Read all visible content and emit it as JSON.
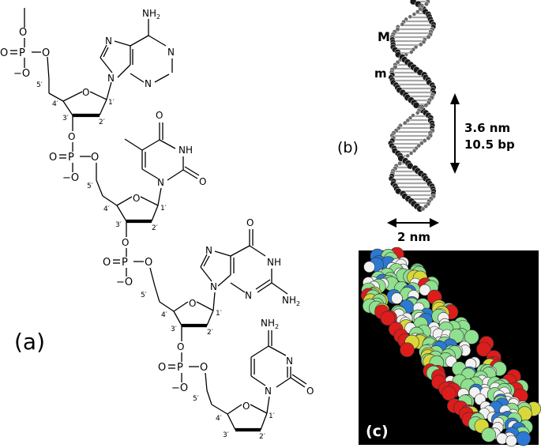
{
  "panels": {
    "a": "(a)",
    "b": "(b)",
    "c": "(c)"
  },
  "helix": {
    "major_groove": "M",
    "minor_groove": "m",
    "pitch_nm": "3.6 nm",
    "pitch_bp": "10.5 bp",
    "diameter": "2 nm"
  },
  "atoms": {
    "O": "O",
    "P": "P",
    "N": "N",
    "NH": "NH",
    "NH2": "NH",
    "sub2": "2",
    "minus": "−"
  },
  "primes": {
    "p1": "1′",
    "p2": "2′",
    "p3": "3′",
    "p4": "4′",
    "p5": "5′"
  },
  "colors": {
    "oxygen": "#dd1c1c",
    "phosphorus": "#d8d83a",
    "carbon": "#8fe08f",
    "hydrogen": "#f2f2f2",
    "nitrogen": "#2b79d2",
    "backbone_dark": "#1a1a1a",
    "space_fill_bg": "#000000"
  }
}
